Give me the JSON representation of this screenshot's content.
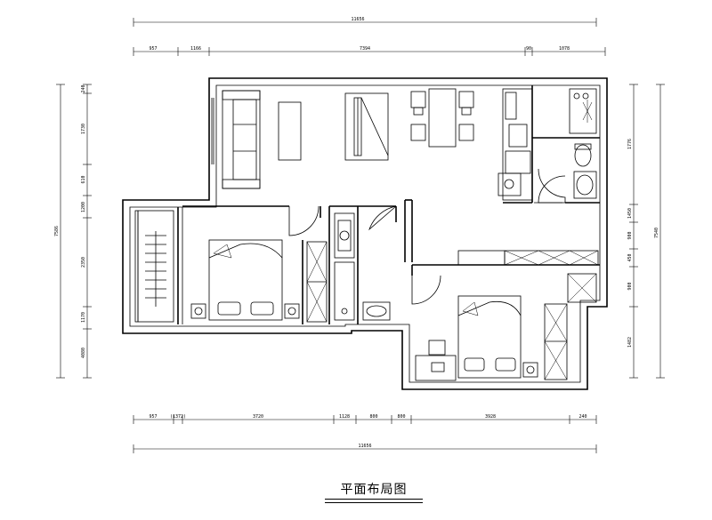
{
  "title": "平面布局图",
  "dimensions": {
    "top_total": "11656",
    "top_segments": [
      "957",
      "1166",
      "7394",
      "90",
      "1078"
    ],
    "bottom_total": "11656",
    "bottom_segments": [
      "957",
      "(1372)",
      "3720",
      "1128",
      "800",
      "800",
      "3928",
      "240"
    ],
    "left_total": "7586",
    "left_segments": [
      "240",
      "1730",
      "610",
      "1200",
      "2350",
      "1170",
      "4080"
    ],
    "right_total": "7540",
    "right_segments": [
      "1776",
      "1450",
      "900",
      "450",
      "900",
      "1482"
    ]
  }
}
